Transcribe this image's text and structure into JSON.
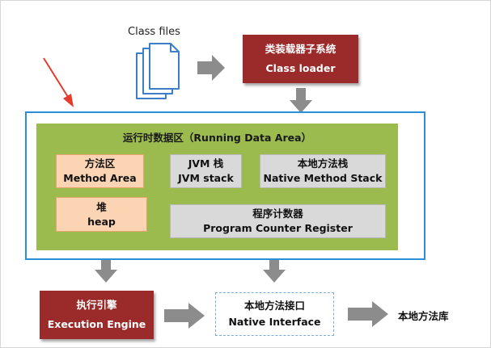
{
  "class_files": {
    "label": "Class files",
    "icon": "document-stack-icon"
  },
  "class_loader": {
    "zh": "类装载器子系统",
    "en": "Class loader"
  },
  "runtime_area": {
    "title": "运行时数据区（Running Data Area）"
  },
  "method_area": {
    "zh": "方法区",
    "en": "Method Area"
  },
  "jvm_stack": {
    "zh": "JVM 栈",
    "en": "JVM stack"
  },
  "native_method_stack": {
    "zh": "本地方法栈",
    "en": "Native Method Stack"
  },
  "heap": {
    "zh": "堆",
    "en": "heap"
  },
  "pc_register": {
    "zh": "程序计数器",
    "en": "Program Counter Register"
  },
  "execution_engine": {
    "zh": "执行引擎",
    "en": "Execution Engine"
  },
  "native_interface": {
    "zh": "本地方法接口",
    "en": "Native Interface"
  },
  "native_library": {
    "label": "本地方法库"
  },
  "colors": {
    "red_box": "#9b2a2a",
    "runtime_border": "#2a8fd6",
    "runtime_fill": "#9bbb4f",
    "orange_box": "#fbd4b4",
    "grey_box": "#d9d9d9",
    "arrow": "#8c8c8c",
    "pointer_arrow": "#e53b2c"
  }
}
